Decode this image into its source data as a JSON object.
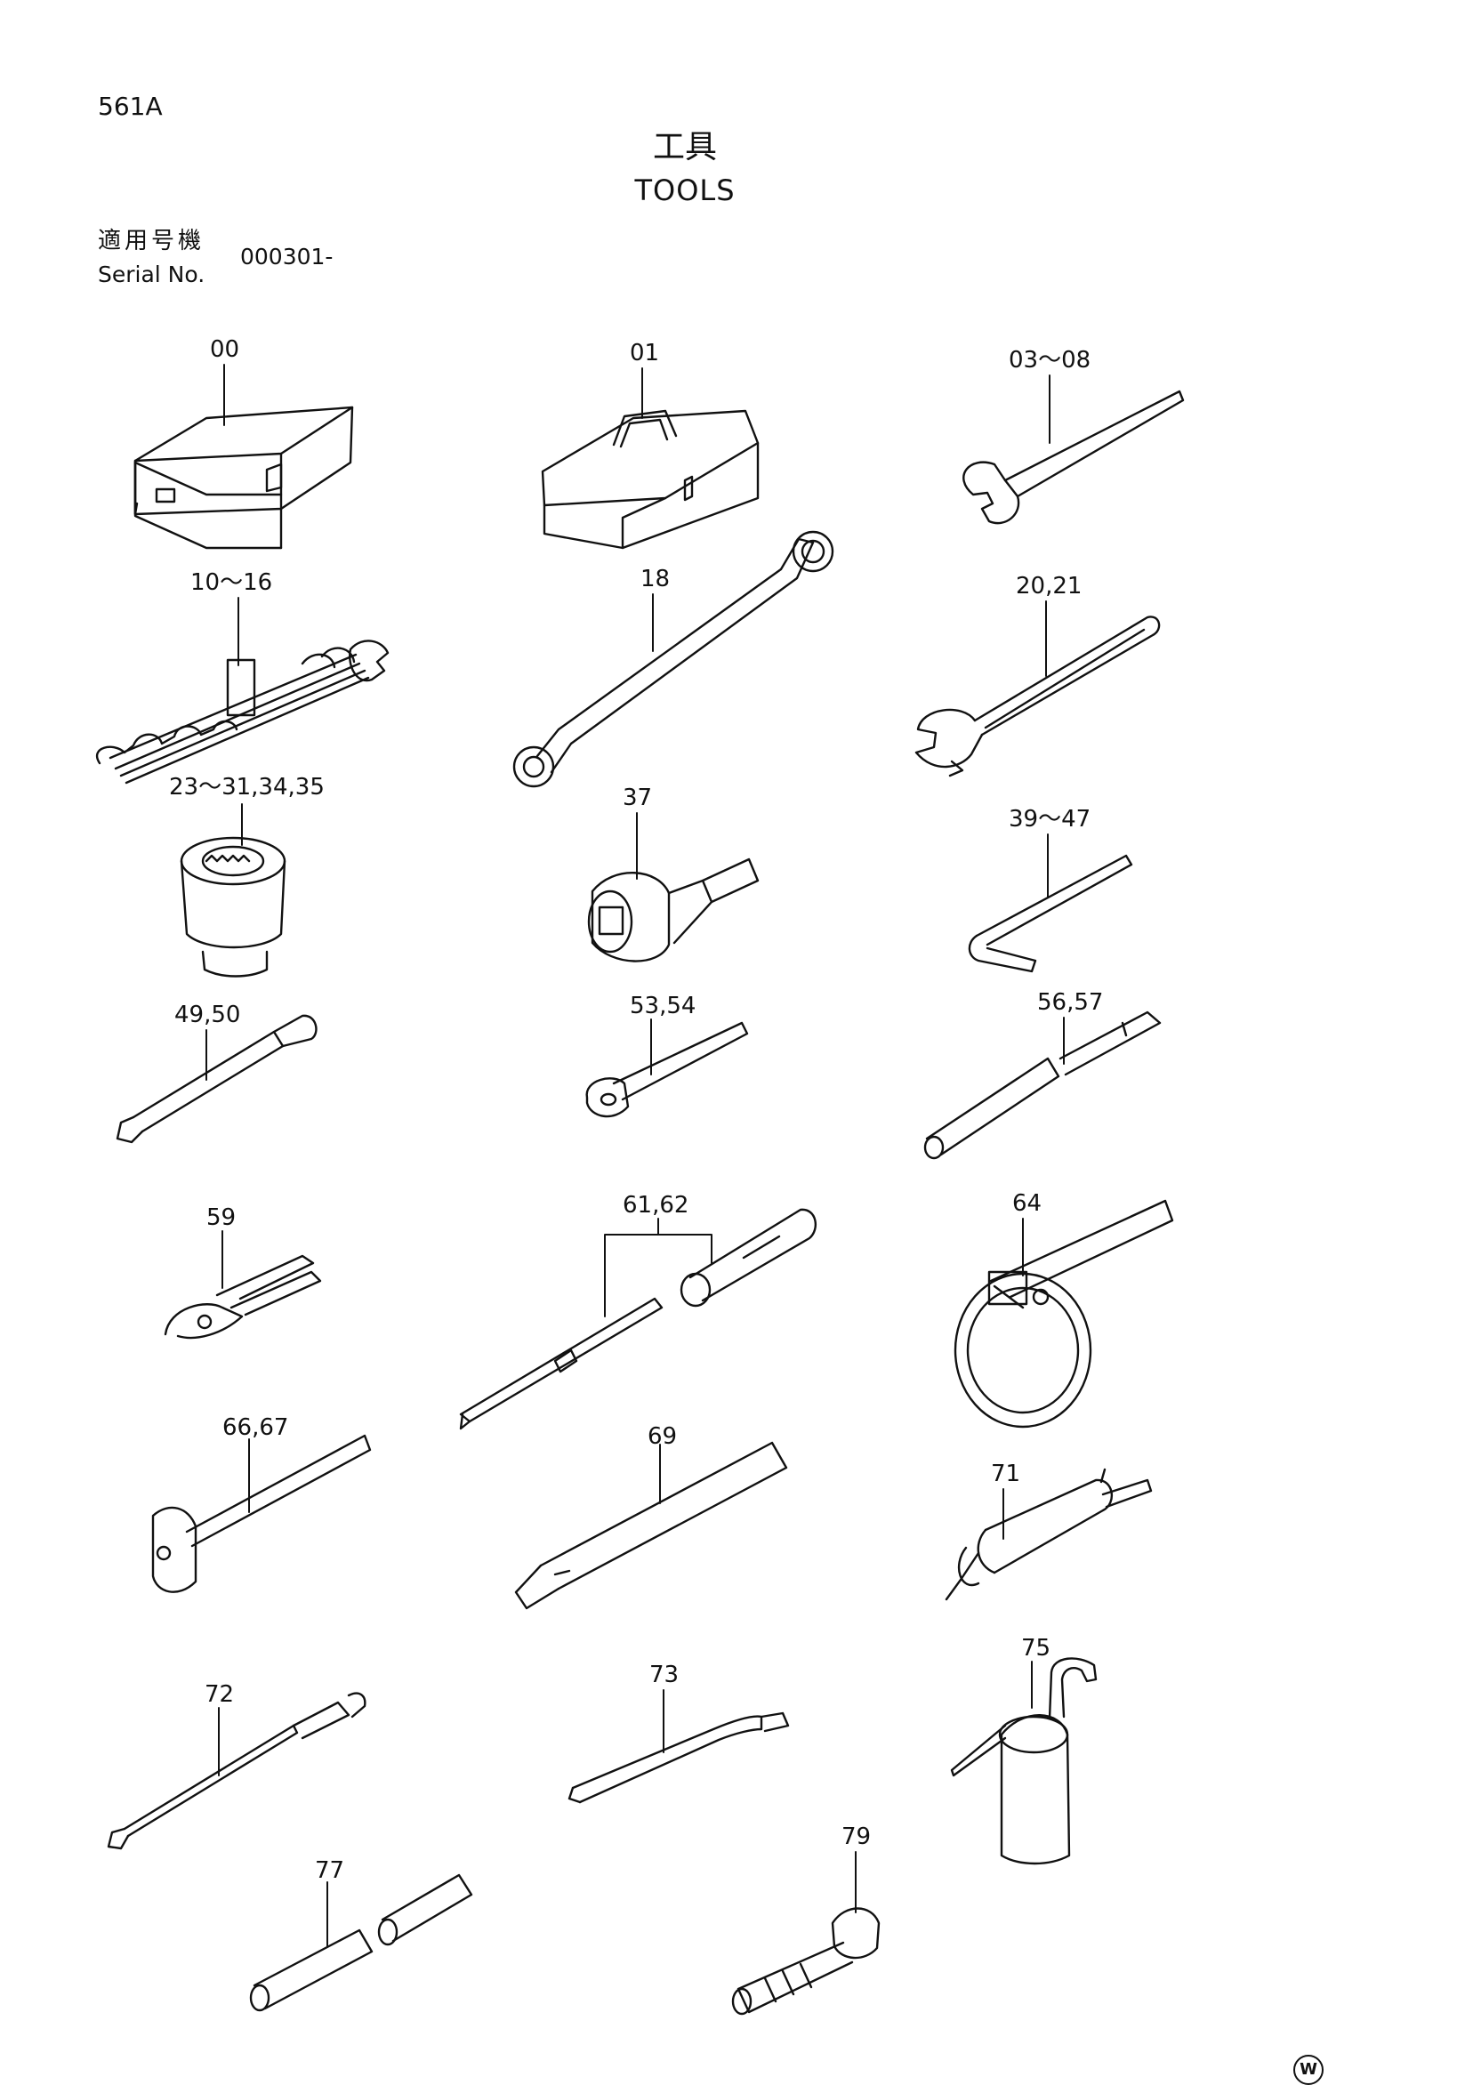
{
  "header": {
    "page_code": "561A",
    "title_jp": "工具",
    "title_en": "TOOLS",
    "serial_label_jp": "適用号機",
    "serial_label_en": "Serial No.",
    "serial_value": "000301-"
  },
  "items": [
    {
      "id": "00",
      "icon": "tool-box-icon"
    },
    {
      "id": "01",
      "icon": "tool-box-handle-icon"
    },
    {
      "id": "03～08",
      "icon": "open-wrench-icon"
    },
    {
      "id": "10～16",
      "icon": "wrench-set-icon"
    },
    {
      "id": "18",
      "icon": "offset-ring-wrench-icon"
    },
    {
      "id": "20,21",
      "icon": "spanner-icon"
    },
    {
      "id": "23～31,34,35",
      "icon": "socket-icon"
    },
    {
      "id": "37",
      "icon": "adapter-socket-icon"
    },
    {
      "id": "39～47",
      "icon": "hex-key-icon"
    },
    {
      "id": "49,50",
      "icon": "extension-bar-icon"
    },
    {
      "id": "53,54",
      "icon": "handle-icon"
    },
    {
      "id": "56,57",
      "icon": "pipe-bar-icon"
    },
    {
      "id": "59",
      "icon": "pliers-icon"
    },
    {
      "id": "61,62",
      "icon": "screwdriver-icon"
    },
    {
      "id": "64",
      "icon": "filter-wrench-icon"
    },
    {
      "id": "66,67",
      "icon": "hammer-icon"
    },
    {
      "id": "69",
      "icon": "chisel-icon"
    },
    {
      "id": "71",
      "icon": "grease-gun-icon"
    },
    {
      "id": "72",
      "icon": "grease-hose-icon"
    },
    {
      "id": "73",
      "icon": "nozzle-pipe-icon"
    },
    {
      "id": "75",
      "icon": "oil-can-icon"
    },
    {
      "id": "77",
      "icon": "pipe-icon"
    },
    {
      "id": "79",
      "icon": "bolt-icon"
    }
  ],
  "watermark": "W"
}
